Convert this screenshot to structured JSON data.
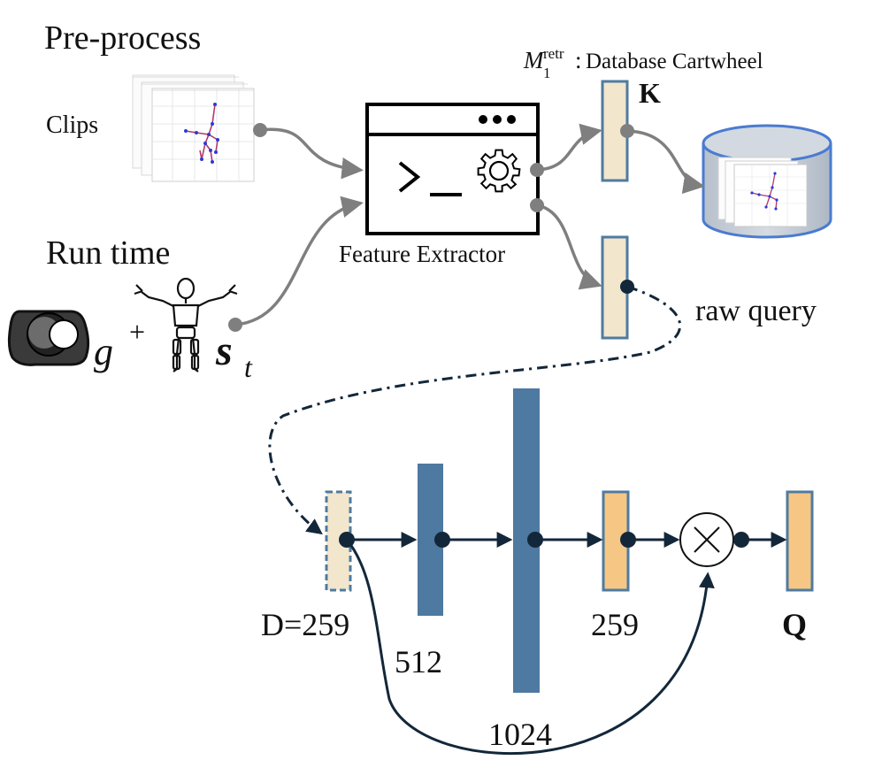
{
  "labels": {
    "preprocess": "Pre-process",
    "clips": "Clips",
    "run_time": "Run time",
    "feature_extractor": "Feature Extractor",
    "database": "Database Cartwheel",
    "key": "K",
    "raw_query": "raw query",
    "query": "Q",
    "goal": "g",
    "plus": "+",
    "state": "s",
    "state_sub": "t",
    "mem_symbol": "M",
    "mem_sub": "1",
    "mem_sup": "retr",
    "mem_colon": ":"
  },
  "network": {
    "layers": [
      {
        "label": "D=259",
        "size": 259
      },
      {
        "label": "512",
        "size": 512
      },
      {
        "label": "1024",
        "size": 1024
      },
      {
        "label": "259",
        "size": 259
      }
    ]
  },
  "colors": {
    "feature_vector": "#f2e6cc",
    "feature_border": "#4f7ba0",
    "hidden_layer": "#4e79a0",
    "output_layer": "#f6c784",
    "output_border": "#4f7ba0",
    "arrow_grey": "#7f7f7f",
    "arrow_dark": "#13273a",
    "database_fill": "#c9d1da",
    "database_border": "#4a7bd0",
    "skeleton_line": "#b03a6d",
    "skeleton_joint": "#2a3bd8"
  },
  "icons": {
    "terminal": "terminal-gear-icon",
    "gamepad": "gamepad-joystick-icon",
    "figure": "wooden-mannequin-icon",
    "multiply": "multiply-circle-icon",
    "database": "database-cylinder-icon"
  }
}
